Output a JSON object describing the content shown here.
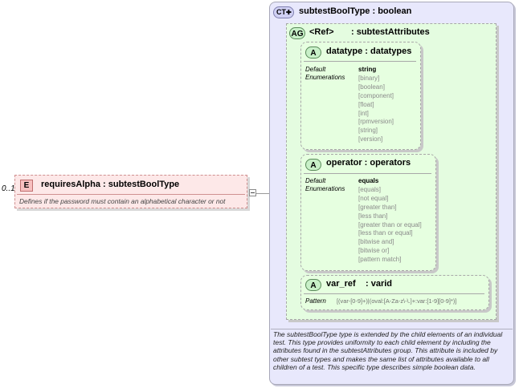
{
  "element": {
    "cardinality": "0..1",
    "badge": "E",
    "title": "requiresAlpha : subtestBoolType",
    "doc": "Defines if the password must contain an alphabetical character or not",
    "expand_icon": "minus-icon"
  },
  "complex_type": {
    "badge": "CT",
    "title": "subtestBoolType : boolean",
    "doc": "The subtestBoolType type is extended by the child elements of an individual test.  This type provides uniformity to each child element by including the attributes found in the subtestAttributes group.  This attribute is included by other subtest types and makes the same list of attributes available to all children of a test.  This specific type describes simple boolean data."
  },
  "attribute_group": {
    "badge": "AG",
    "ref": "<Ref>",
    "name": ": subtestAttributes"
  },
  "attributes": {
    "datatype": {
      "badge": "A",
      "title": "datatype : datatypes",
      "label_default": "Default",
      "label_enum": "Enumerations",
      "values": [
        "string",
        "[binary]",
        "[boolean]",
        "[component]",
        "[float]",
        "[int]",
        "[rpmversion]",
        "[string]",
        "[version]"
      ]
    },
    "operator": {
      "badge": "A",
      "title": "operator : operators",
      "label_default": "Default",
      "label_enum": "Enumerations",
      "values": [
        "equals",
        "[equals]",
        "[not equal]",
        "[greater than]",
        "[less than]",
        "[greater than or equal]",
        "[less than or equal]",
        "[bitwise and]",
        "[bitwise or]",
        "[pattern match]"
      ]
    },
    "var_ref": {
      "badge": "A",
      "name": "var_ref",
      "type": ": varid",
      "label_pattern": "Pattern",
      "pattern": "[(var-[0-9]+)|(oval:[A-Za-z\\-\\.]+:var:[1-9][0-9]*)]"
    }
  },
  "colors": {
    "element_fill": "#fde8e8",
    "element_border": "#d09090",
    "ct_fill": "#e8e8fc",
    "ag_fill": "#e4fce0",
    "attr_fill": "#e6ffe0"
  }
}
